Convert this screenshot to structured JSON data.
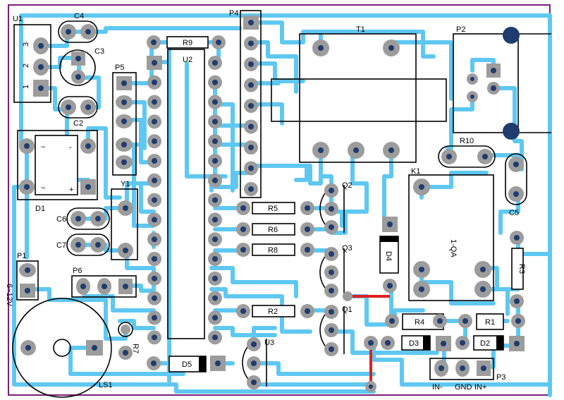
{
  "labels": {
    "U1": "U1",
    "C4": "C4",
    "C3": "C3",
    "C2": "C2",
    "D1": "D1",
    "P1": "P1",
    "P5": "P5",
    "Y1": "Y1",
    "C6": "C6",
    "C7": "C7",
    "P6": "P6",
    "LS1": "LS1",
    "R7": "R7",
    "R9": "R9",
    "U2": "U2",
    "D5": "D5",
    "P4": "P4",
    "U3": "U3",
    "R5": "R5",
    "R6": "R6",
    "R8": "R8",
    "R2": "R2",
    "Q1": "Q1",
    "Q2": "Q2",
    "Q3": "Q3",
    "T1": "T1",
    "P2": "P2",
    "R10": "R10",
    "K1": "K1",
    "C5": "C5",
    "R3": "R3",
    "D4": "D4",
    "R4": "R4",
    "R1": "R1",
    "D3": "D3",
    "D2": "D2",
    "P3": "P3",
    "IN-": "IN-",
    "GND": "GND",
    "IN+": "IN+",
    "pin3": "3",
    "pin2": "2",
    "pin1": "1",
    "tilde": "~",
    "minus": "-",
    "plus": "+",
    "vin": "6~12V",
    "relay_mark": "1-QA"
  },
  "colors": {
    "trace": "#5ec8f2",
    "pad": "#9c9c9c",
    "hole": "#1f3c6e",
    "jumper": "#e02020",
    "border": "#7a1f7a"
  }
}
